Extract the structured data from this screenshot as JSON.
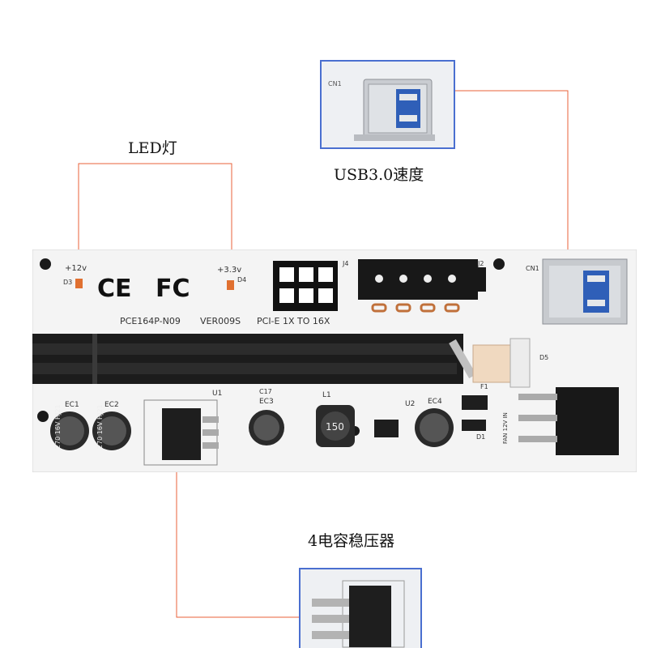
{
  "callouts": {
    "led": "LED灯",
    "usb": "USB3.0速度",
    "regulator": "4电容稳压器"
  },
  "board": {
    "model": "PCE164P-N09",
    "version": "VER009S",
    "pcie_text": "PCI-E 1X TO 16X",
    "ce_mark": "CE",
    "fcc_mark": "FC",
    "labels": {
      "v12": "+12v",
      "v33": "+3.3v",
      "d3": "D3",
      "d4": "D4",
      "j2": "J2",
      "j4": "J4",
      "cn1": "CN1",
      "ec1": "EC1",
      "ec2": "EC2",
      "ec3": "EC3",
      "ec4": "EC4",
      "c17": "C17",
      "u1": "U1",
      "u2": "U2",
      "l1": "L1",
      "d1": "D1",
      "d5": "D5",
      "f1": "F1",
      "cap_text": "270 16V HJ21",
      "inductor": "150",
      "fan": "FAN 12V IN"
    }
  },
  "insets": {
    "usb_label": "CN1"
  },
  "colors": {
    "callout_line": "#e8613a",
    "inset_border": "#4a6fd0",
    "pcb": "#f4f4f4",
    "slot": "#1c1c1c"
  }
}
